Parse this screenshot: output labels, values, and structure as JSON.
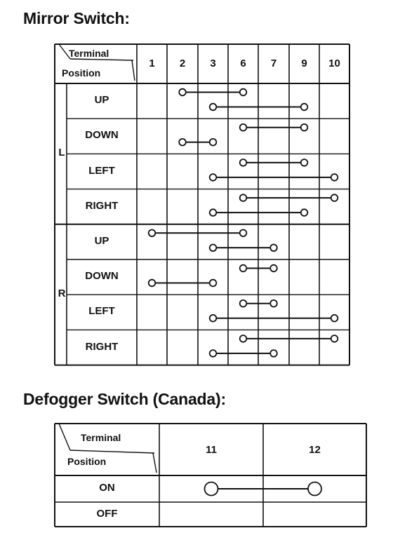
{
  "mirror": {
    "title": "Mirror Switch:",
    "corner_top": "Terminal",
    "corner_bottom": "Position",
    "terminals": [
      "1",
      "2",
      "3",
      "6",
      "7",
      "9",
      "10"
    ],
    "groups": [
      {
        "label": "L",
        "rows": [
          {
            "position": "UP",
            "connections": [
              [
                "2",
                "6"
              ],
              [
                "3",
                "9"
              ]
            ]
          },
          {
            "position": "DOWN",
            "connections": [
              [
                "6",
                "9"
              ],
              [
                "2",
                "3"
              ]
            ]
          },
          {
            "position": "LEFT",
            "connections": [
              [
                "6",
                "9"
              ],
              [
                "3",
                "10"
              ]
            ]
          },
          {
            "position": "RIGHT",
            "connections": [
              [
                "6",
                "10"
              ],
              [
                "3",
                "9"
              ]
            ]
          }
        ]
      },
      {
        "label": "R",
        "rows": [
          {
            "position": "UP",
            "connections": [
              [
                "1",
                "6"
              ],
              [
                "3",
                "7"
              ]
            ]
          },
          {
            "position": "DOWN",
            "connections": [
              [
                "6",
                "7"
              ],
              [
                "1",
                "3"
              ]
            ]
          },
          {
            "position": "LEFT",
            "connections": [
              [
                "6",
                "7"
              ],
              [
                "3",
                "10"
              ]
            ]
          },
          {
            "position": "RIGHT",
            "connections": [
              [
                "6",
                "10"
              ],
              [
                "3",
                "7"
              ]
            ]
          }
        ]
      }
    ]
  },
  "defogger": {
    "title": "Defogger Switch (Canada):",
    "corner_top": "Terminal",
    "corner_bottom": "Position",
    "terminals": [
      "11",
      "12"
    ],
    "rows": [
      {
        "position": "ON",
        "connections": [
          [
            "11",
            "12"
          ]
        ]
      },
      {
        "position": "OFF",
        "connections": []
      }
    ]
  }
}
